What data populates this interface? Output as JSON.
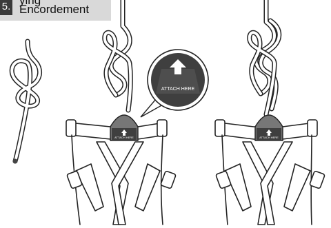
{
  "step": {
    "number": "5.",
    "title_top": "ying",
    "title": "Encordement"
  },
  "badge": {
    "text": "ATTACH HERE"
  },
  "harness_tag_text": "ATTACH HERE",
  "colors": {
    "label_bg": "#d9d9d9",
    "number_bg": "#3a3a3a",
    "badge_bg": "#3f3f3f",
    "rope_fill": "#ffffff",
    "outline": "#222222"
  }
}
